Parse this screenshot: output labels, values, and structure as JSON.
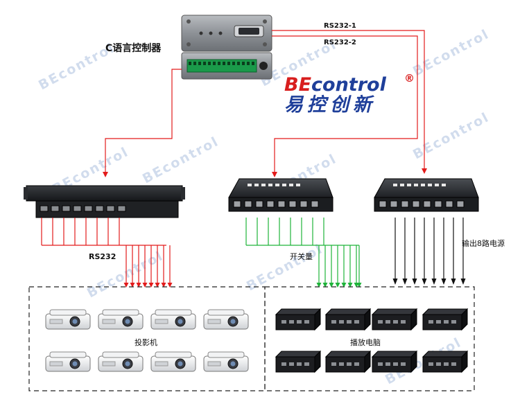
{
  "controller": {
    "label": "C语言控制器"
  },
  "ports": {
    "rs232_1": "RS232-1",
    "rs232_2": "RS232-2"
  },
  "brand": {
    "be": "BE",
    "control": "control",
    "reg": "®",
    "cn": "易控创新",
    "be_color": "#d81e1e",
    "control_color": "#1f3f9a"
  },
  "watermark": {
    "text": "BEcontrol"
  },
  "branches": {
    "rs232": {
      "label": "RS232",
      "color": "#e31b1b"
    },
    "switch": {
      "label": "开关量",
      "color": "#1eb33a"
    },
    "power": {
      "label": "输出8路电源",
      "color": "#111111"
    }
  },
  "groups": {
    "projectors": "投影机",
    "players": "播放电脑"
  },
  "colors": {
    "red": "#e31b1b",
    "green": "#1eb33a",
    "black": "#111111"
  }
}
